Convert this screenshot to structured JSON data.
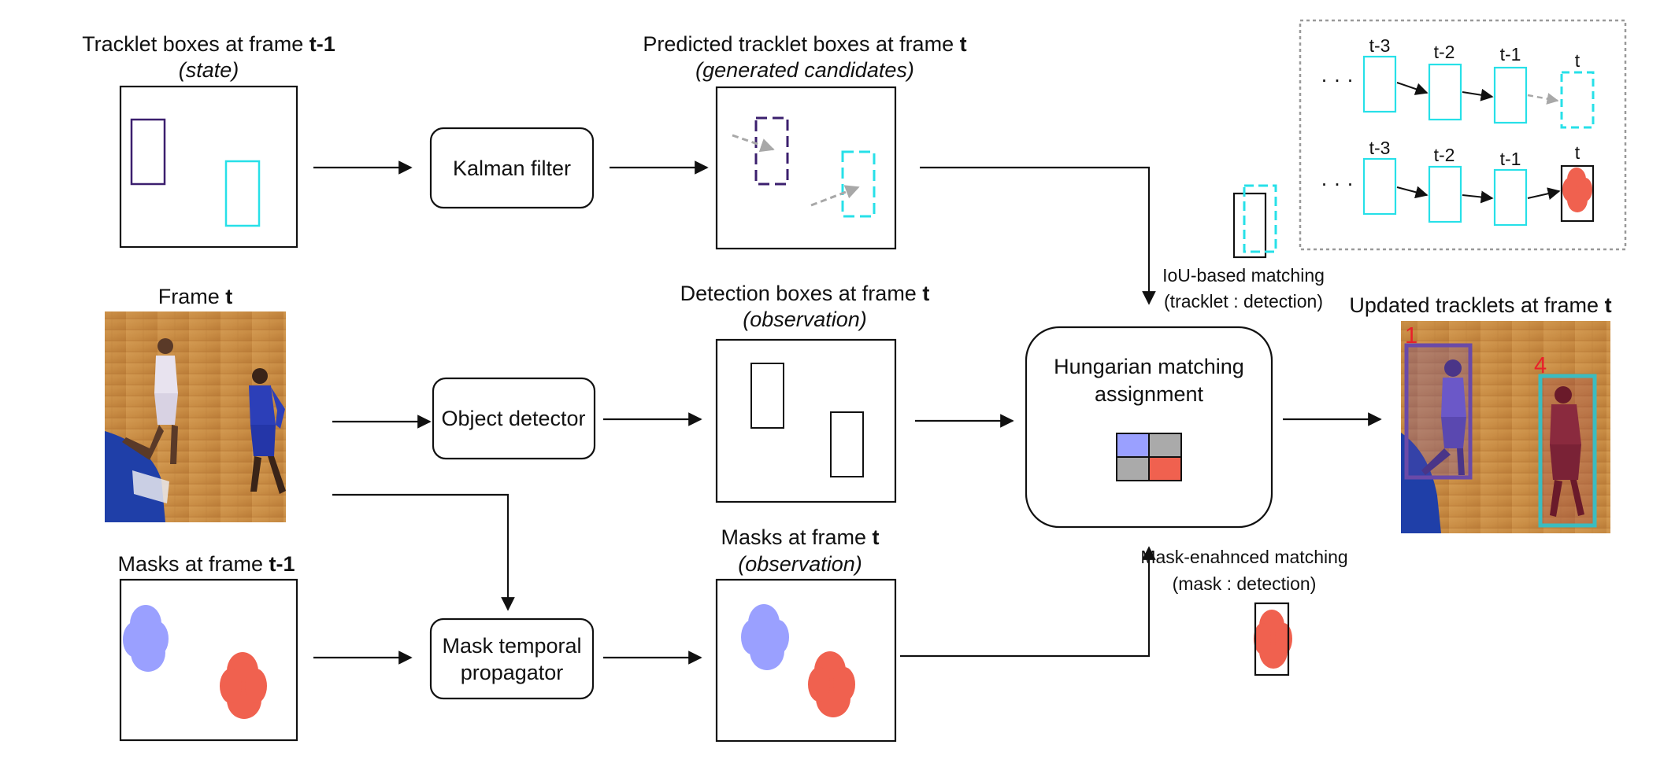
{
  "labels": {
    "tracklet_t1": {
      "main": "Tracklet boxes at frame ",
      "bold": "t-1",
      "sub": "(state)"
    },
    "predicted": {
      "main": "Predicted tracklet boxes at frame ",
      "bold": "t",
      "sub": "(generated candidates)"
    },
    "frame_t": {
      "main": "Frame ",
      "bold": "t"
    },
    "detection": {
      "main": "Detection boxes at frame ",
      "bold": "t",
      "sub": "(observation)"
    },
    "masks_t1": {
      "main": "Masks at frame ",
      "bold": "t-1"
    },
    "masks_t": {
      "main": "Masks at frame ",
      "bold": "t",
      "sub": "(observation)"
    },
    "updated": {
      "main": "Updated tracklets at frame ",
      "bold": "t"
    },
    "iou": {
      "line1": "IoU-based matching",
      "line2": "(tracklet : detection)"
    },
    "mask_match": {
      "line1": "Mask-enahnced matching",
      "line2": "(mask : detection)"
    }
  },
  "processes": {
    "kalman": "Kalman filter",
    "detector": "Object detector",
    "propagator_line1": "Mask temporal",
    "propagator_line2": "propagator",
    "hungarian_line1": "Hungarian matching",
    "hungarian_line2": "assignment"
  },
  "inset": {
    "dots": "· · ·",
    "row1_labels": [
      "t-3",
      "t-2",
      "t-1",
      "t"
    ],
    "row2_labels": [
      "t-3",
      "t-2",
      "t-1",
      "t"
    ]
  },
  "track_ids": [
    "1",
    "4"
  ],
  "colors": {
    "purple": "#3b1f6e",
    "cyan": "#27e0e8",
    "mask_blue": "#9aa0ff",
    "mask_red": "#f0614f",
    "gray_arrow": "#a8a8a8",
    "track_purple": "#6a4aa8",
    "track_teal": "#3bbcc0",
    "id_red": "#e8202a"
  }
}
